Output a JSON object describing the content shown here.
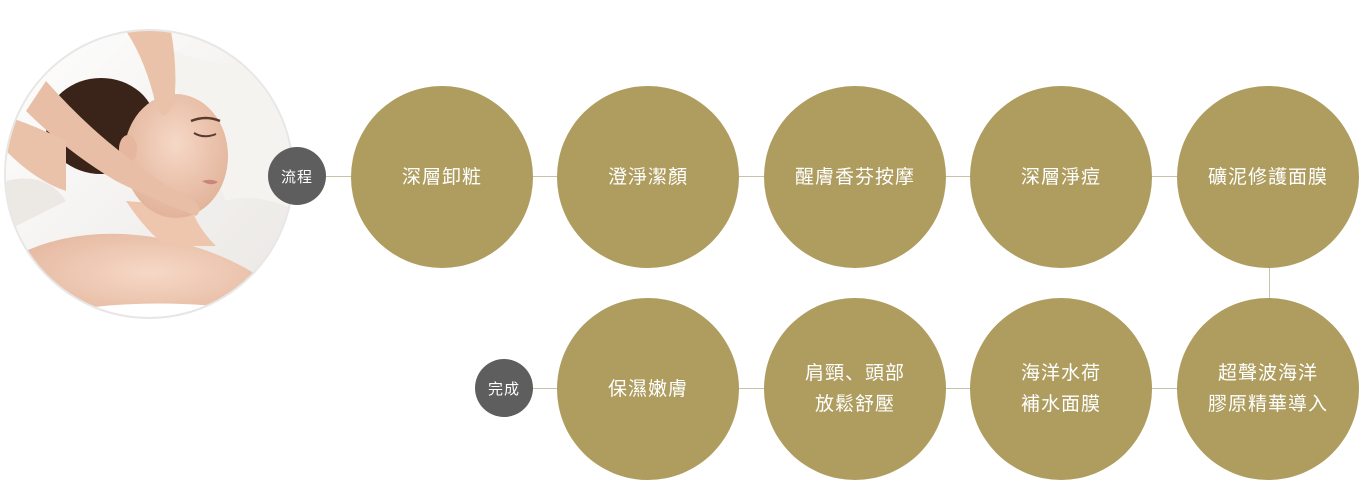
{
  "tags": {
    "start": "流程",
    "end": "完成"
  },
  "steps": [
    {
      "lines": [
        "深層卸粧"
      ]
    },
    {
      "lines": [
        "澄淨潔顏"
      ]
    },
    {
      "lines": [
        "醒膚香芬按摩"
      ]
    },
    {
      "lines": [
        "深層淨痘"
      ]
    },
    {
      "lines": [
        "礦泥修護面膜"
      ]
    },
    {
      "lines": [
        "超聲波海洋",
        "膠原精華導入"
      ]
    },
    {
      "lines": [
        "海洋水荷",
        "補水面膜"
      ]
    },
    {
      "lines": [
        "肩頸、頭部",
        "放鬆舒壓"
      ]
    },
    {
      "lines": [
        "保濕嫩膚"
      ]
    }
  ],
  "colors": {
    "step_fill": "#ae9d5f",
    "tag_fill": "#5e5e5e",
    "connector": "#c8c3a8"
  }
}
